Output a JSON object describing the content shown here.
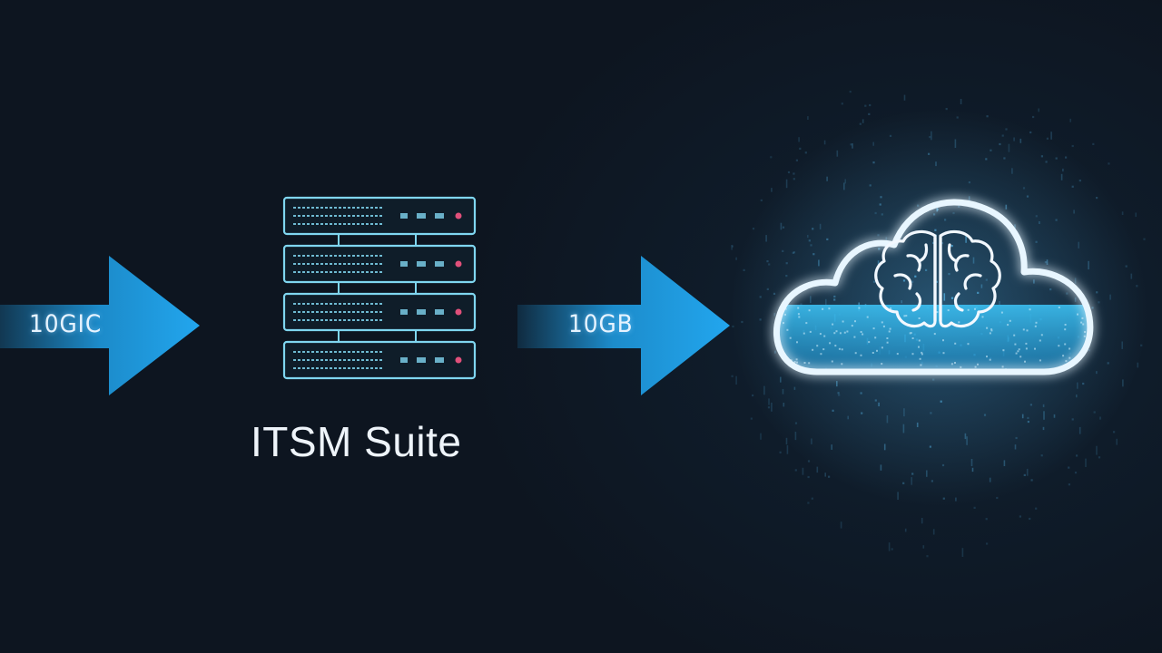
{
  "flow": {
    "input_arrow": {
      "label": "10GIC",
      "color": "#1fa0e8"
    },
    "server": {
      "title": "ITSM Suite",
      "units": 4,
      "frame_color": "#7fd6f0",
      "led_color": "#e0507a"
    },
    "output_arrow": {
      "label": "10GB",
      "color": "#1fa0e8"
    },
    "cloud": {
      "icon": "cloud-brain-icon",
      "outline_color": "#e8f6ff",
      "fill_color": "#35b4ec",
      "glow_color": "#5ec8ff"
    }
  }
}
